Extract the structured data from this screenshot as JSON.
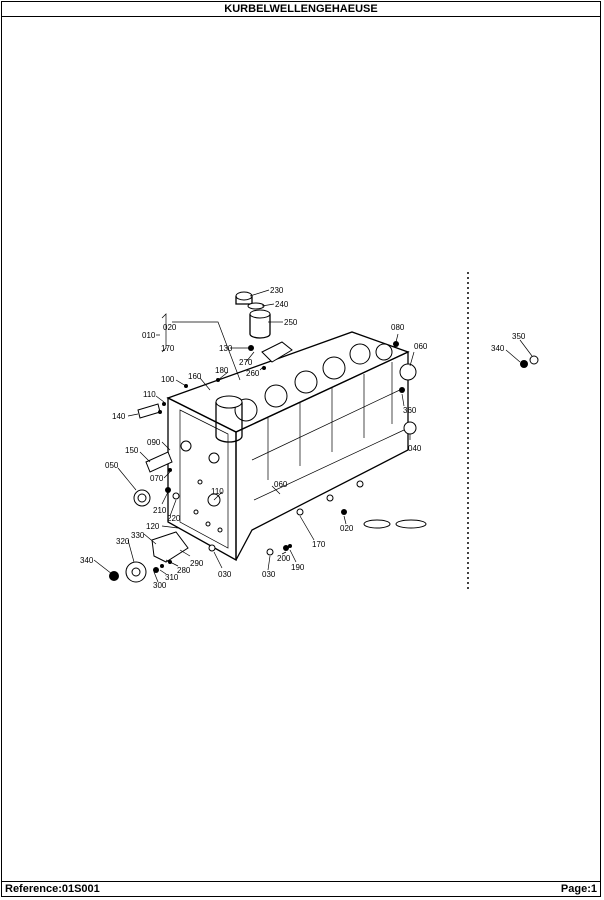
{
  "header": {
    "title": "KURBELWELLENGEHAEUSE"
  },
  "footer": {
    "reference": "Reference:01S001",
    "page": "Page:1"
  },
  "callouts": {
    "c230": "230",
    "c240": "240",
    "c250": "250",
    "c080": "080",
    "c060a": "060",
    "c010": "010",
    "c020a": "020",
    "c170a": "170",
    "c130": "130",
    "c270": "270",
    "c260": "260",
    "c180": "180",
    "c160": "160",
    "c100": "100",
    "c110a": "110",
    "c140": "140",
    "c090": "090",
    "c150": "150",
    "c070": "070",
    "c050": "050",
    "c360": "360",
    "c040": "040",
    "c350": "350",
    "c340a": "340",
    "c110b": "110",
    "c060b": "060",
    "c210": "210",
    "c220": "220",
    "c120": "120",
    "c330": "330",
    "c320": "320",
    "c340b": "340",
    "c280": "280",
    "c290": "290",
    "c310": "310",
    "c300": "300",
    "c030a": "030",
    "c030b": "030",
    "c200": "200",
    "c190": "190",
    "c170b": "170",
    "c020b": "020"
  }
}
